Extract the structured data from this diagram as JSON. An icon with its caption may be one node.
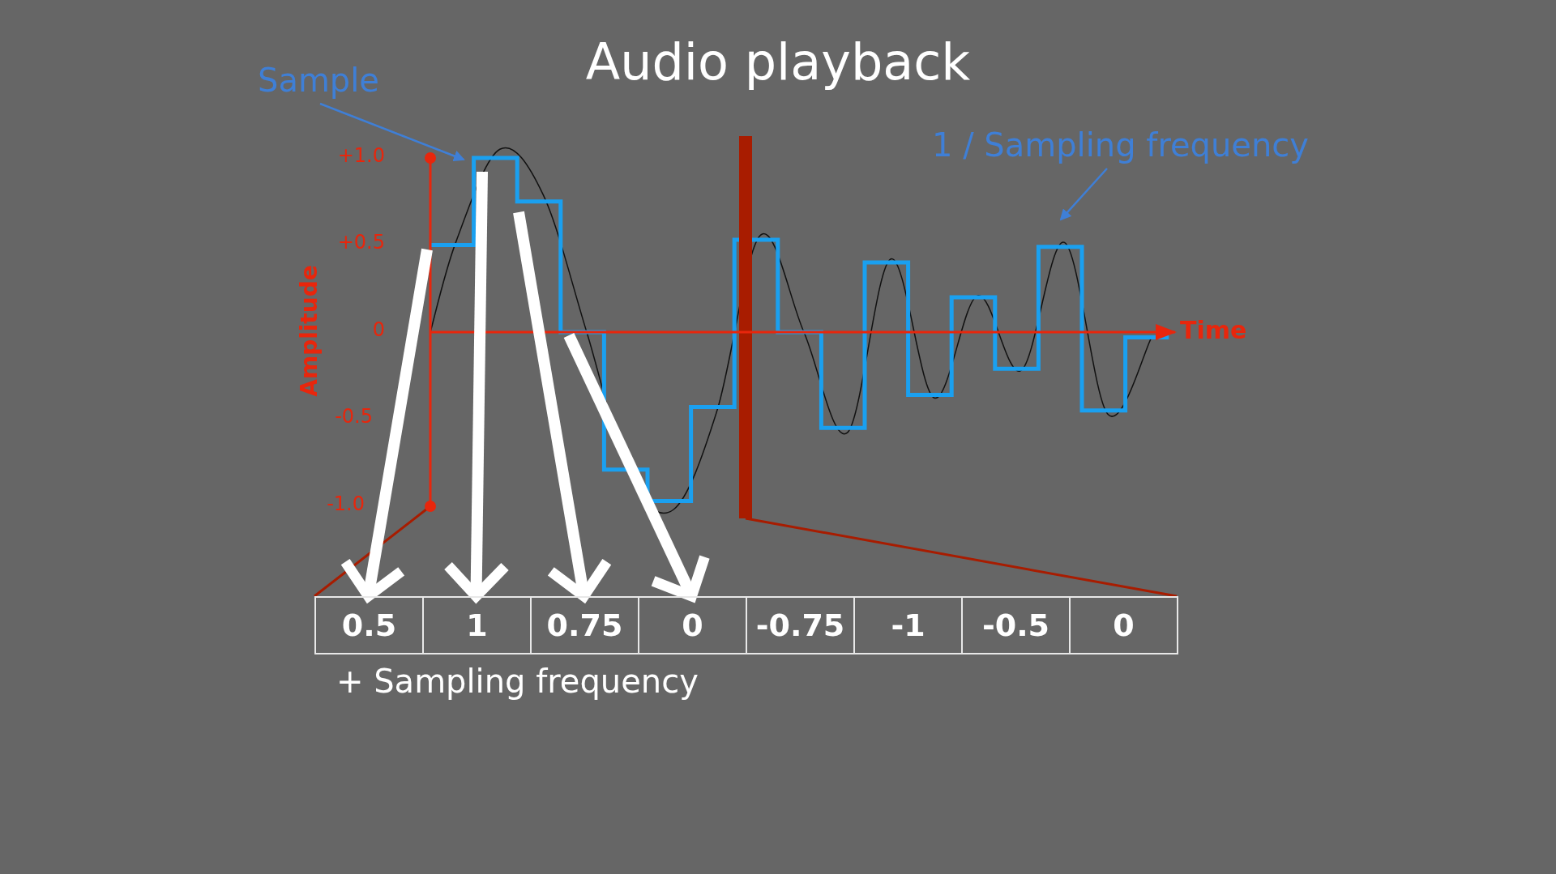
{
  "diagram": {
    "title": "Audio playback",
    "nodes": [
      {
        "text": [
          "Sample"
        ]
      },
      {
        "text": [
          "1 / Sampling frequency"
        ]
      },
      {
        "text": [
          "0.5"
        ]
      },
      {
        "text": [
          "1"
        ]
      },
      {
        "text": [
          "0.75"
        ]
      },
      {
        "text": [
          "0"
        ]
      },
      {
        "text": [
          "-0.75"
        ]
      },
      {
        "text": [
          "-1"
        ]
      },
      {
        "text": [
          "-0.5"
        ]
      },
      {
        "text": [
          "0"
        ]
      }
    ],
    "edges": [
      {
        "from": 0,
        "to": null,
        "arrow": "to",
        "color": "#3f7fd6"
      },
      {
        "from": 1,
        "to": null,
        "arrow": "to",
        "color": "#3f7fd6"
      },
      {
        "from": null,
        "to": 2,
        "arrow": "to"
      },
      {
        "from": null,
        "to": 3,
        "arrow": "to"
      },
      {
        "from": null,
        "to": 4,
        "arrow": "to"
      },
      {
        "from": null,
        "to": 5,
        "arrow": "to"
      }
    ],
    "labels": [
      "+1.0",
      "+0.5",
      "0",
      "-0.5",
      "-1.0",
      "Amplitude",
      "Time",
      "+ Sampling frequency"
    ]
  }
}
